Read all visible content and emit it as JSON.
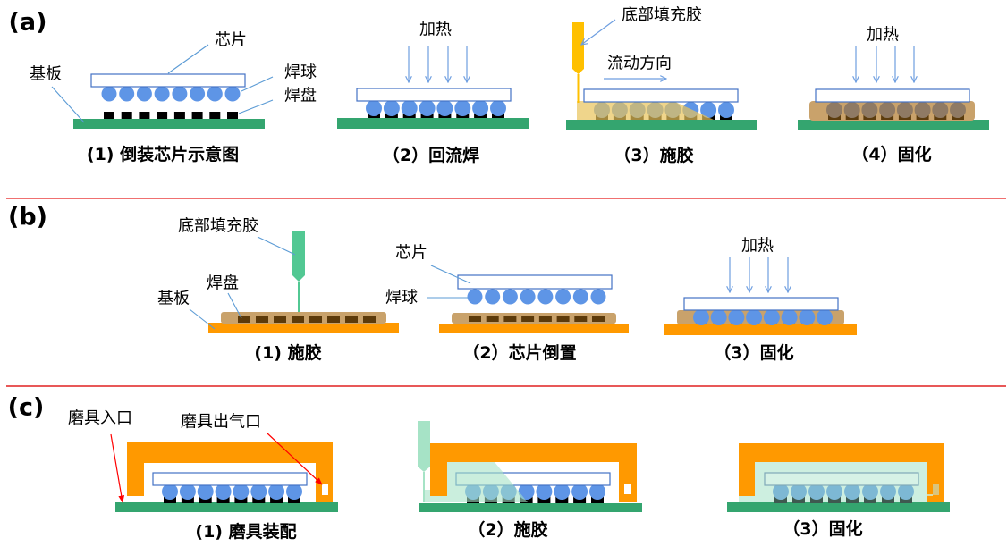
{
  "figure": {
    "solder_ball_count": 8,
    "panel_a": {
      "label": "(a)",
      "step_1": {
        "caption": "(1) 倒装芯片示意图",
        "chip_label": "芯片",
        "substrate_label": "基板",
        "solder_ball_label": "焊球",
        "pad_label": "焊盘"
      },
      "step_2": {
        "caption": "（2）回流焊",
        "heat_label": "加热"
      },
      "step_3": {
        "caption": "（3）施胶",
        "underfill_label": "底部填充胶",
        "flow_label": "流动方向"
      },
      "step_4": {
        "caption": "（4）固化",
        "heat_label": "加热"
      }
    },
    "panel_b": {
      "label": "(b)",
      "step_1": {
        "caption": "(1) 施胶",
        "underfill_label": "底部填充胶",
        "pad_label": "焊盘",
        "substrate_label": "基板"
      },
      "step_2": {
        "caption": "（2）芯片倒置",
        "chip_label": "芯片",
        "solder_ball_label": "焊球"
      },
      "step_3": {
        "caption": "（3）固化",
        "heat_label": "加热"
      }
    },
    "panel_c": {
      "label": "(c)",
      "mold_inlet_label": "磨具入口",
      "mold_vent_label": "磨具出气口",
      "step_1": {
        "caption": "(1) 磨具装配"
      },
      "step_2": {
        "caption": "（2）施胶"
      },
      "step_3": {
        "caption": "（3）固化"
      }
    }
  },
  "colors": {
    "substrate_green": "#34A56F",
    "substrate_orange": "#FF9900",
    "solder_ball": "#5E95E6",
    "solder_ball_cured": "#8F7A64",
    "solder_ball_mold_cured": "#7DB8D4",
    "pad_black": "#000000",
    "pad_brown": "#5C3A0A",
    "pad_cured": "#5C3D0E",
    "pad_mold_cured": "#3E5A50",
    "chip_outline": "#4472C4",
    "underfill_yellow": "#FFC000",
    "underfill_tan": "#C9A26B",
    "underfill_green": "#52C893",
    "mold_underfill_green": "#A6E3C6",
    "mold_orange": "#FF9900",
    "divider_a_b": "#F07070",
    "divider_b_c": "#E02020",
    "annotation_arrow_red": "#FF0000",
    "leader_blue": "#5B9BD5"
  }
}
